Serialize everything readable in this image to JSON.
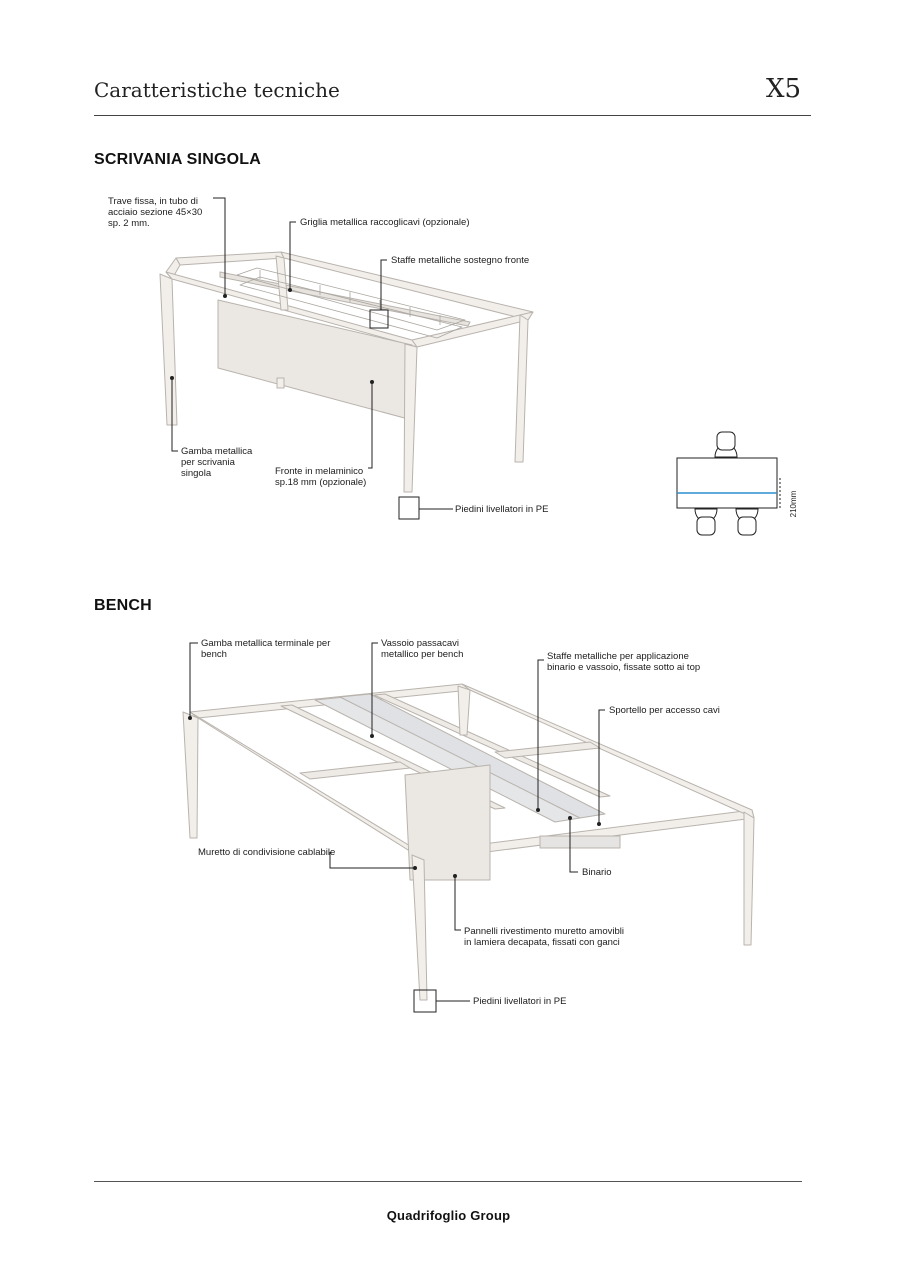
{
  "header": {
    "title": "Caratteristiche tecniche",
    "model_code": "X5"
  },
  "section_single": {
    "title": "SCRIVANIA SINGOLA",
    "labels": {
      "beam": [
        "Trave fissa, in tubo di",
        "acciaio sezione 45×30",
        "sp. 2 mm."
      ],
      "grid": "Griglia metallica raccoglicavi (opzionale)",
      "brackets": "Staffe metalliche sostegno fronte",
      "leg": [
        "Gamba metallica",
        "per scrivania",
        "singola"
      ],
      "front": [
        "Fronte in melaminico",
        "sp.18 mm (opzionale)"
      ],
      "feet": "Piedini livellatori in PE"
    },
    "plan_dimension": "210mm"
  },
  "section_bench": {
    "title": "BENCH",
    "labels": {
      "end_leg": [
        "Gamba metallica terminale per",
        "bench"
      ],
      "tray": [
        "Vassoio passacavi",
        "metallico per bench"
      ],
      "brackets": [
        "Staffe metalliche per applicazione",
        "binario e vassoio, fissate sotto ai top"
      ],
      "door": "Sportello per accesso cavi",
      "wall": "Muretto di condivisione cablabile",
      "rail": "Binario",
      "panels": [
        "Pannelli rivestimento muretto amovibli",
        "in lamiera decapata, fissati con ganci"
      ],
      "feet": "Piedini livellatori in PE"
    }
  },
  "footer": {
    "brand": "Quadrifoglio Group"
  },
  "colors": {
    "accent_line": "#2a8fd0",
    "frame_fill": "#f2efeb",
    "frame_stroke": "#b9b3ad",
    "callout": "#222222"
  }
}
